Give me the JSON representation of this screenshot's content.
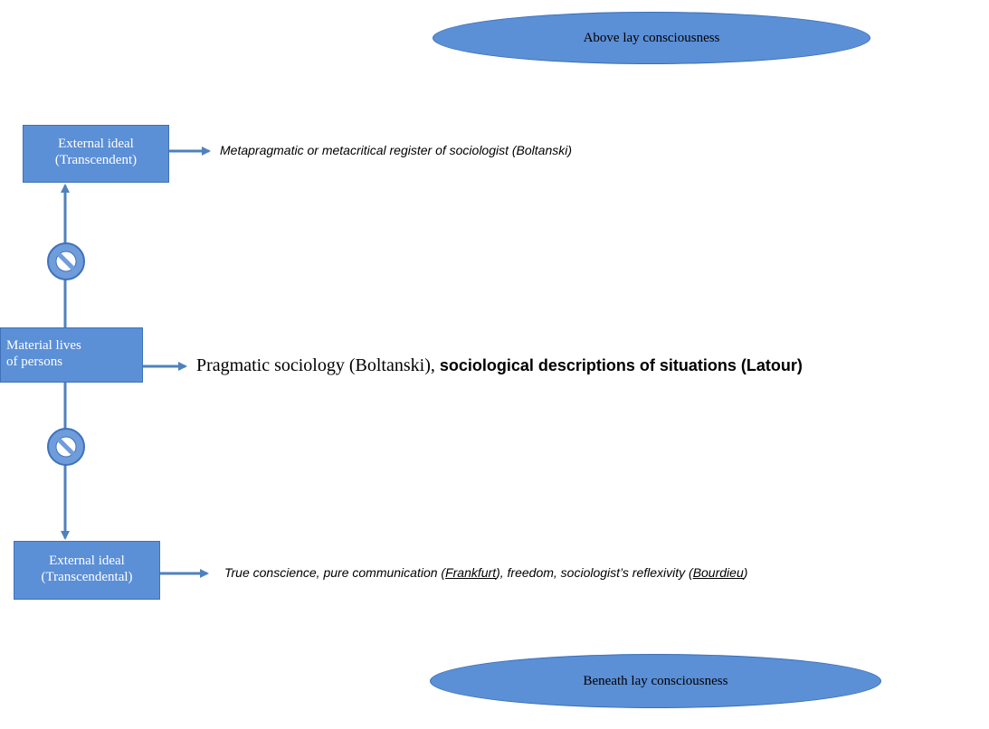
{
  "ellipses": {
    "top": "Above lay consciousness",
    "bottom": "Beneath lay consciousness"
  },
  "boxes": {
    "top": {
      "line1": "External ideal",
      "line2": "(Transcendent)"
    },
    "middle": {
      "line1": "Material lives",
      "line2": "of persons"
    },
    "bottom": {
      "line1": "External ideal",
      "line2": "(Transcendental)"
    }
  },
  "labels": {
    "top": "Metapragmatic or metacritical register of sociologist (Boltanski)",
    "middle": {
      "plain": "Pragmatic sociology (Boltanski), ",
      "bold": "sociological descriptions of situations (Latour)"
    },
    "bottom": {
      "part1": "True conscience, pure communication (",
      "link1": "Frankfurt",
      "part2": "), freedom, sociologist’s reflexivity (",
      "link2": "Bourdieu",
      "part3": ")"
    }
  },
  "colors": {
    "shape_fill": "#5b8fd6",
    "arrow": "#4f81bd",
    "prohibition_fill": "#6f9ddc"
  },
  "icons": [
    "no-entry-icon",
    "no-entry-icon"
  ]
}
